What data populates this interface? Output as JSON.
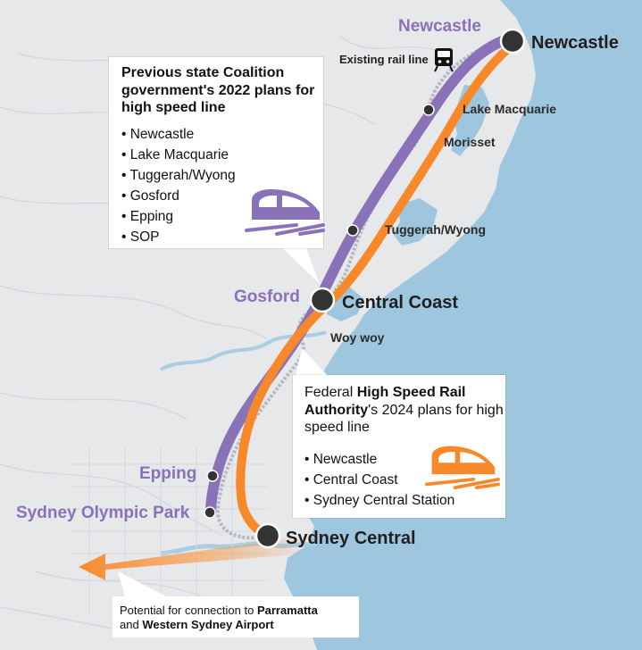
{
  "colors": {
    "sea": "#9ec7df",
    "land": "#e6e8ea",
    "coalition": "#8a72b8",
    "federal": "#f7892b",
    "existing_rail": "#b5b9bf"
  },
  "labels": {
    "newcastle_purple": "Newcastle",
    "newcastle": "Newcastle",
    "existing_rail": "Existing rail line",
    "lake_macquarie": "Lake Macquarie",
    "morisset": "Morisset",
    "tuggerah_wyong": "Tuggerah/Wyong",
    "gosford": "Gosford",
    "central_coast": "Central Coast",
    "woy_woy": "Woy woy",
    "epping": "Epping",
    "sydney_olympic_park": "Sydney Olympic Park",
    "sydney_central": "Sydney Central"
  },
  "coalition_box": {
    "title": "Previous state Coalition government's 2022 plans for high speed line",
    "stops": [
      "Newcastle",
      "Lake Macquarie",
      "Tuggerah/Wyong",
      "Gosford",
      "Epping",
      "SOP"
    ],
    "icon": "train-icon"
  },
  "federal_box": {
    "title_pre": "Federal ",
    "title_bold": "High Speed Rail Authority",
    "title_post": "'s 2024 plans for high speed line",
    "stops": [
      "Newcastle",
      "Central Coast",
      "Sydney Central Station"
    ],
    "icon": "train-icon"
  },
  "note": {
    "text_pre": "Potential for connection to ",
    "bold1": "Parramatta",
    "text_mid": "and ",
    "bold2": "Western Sydney Airport"
  }
}
